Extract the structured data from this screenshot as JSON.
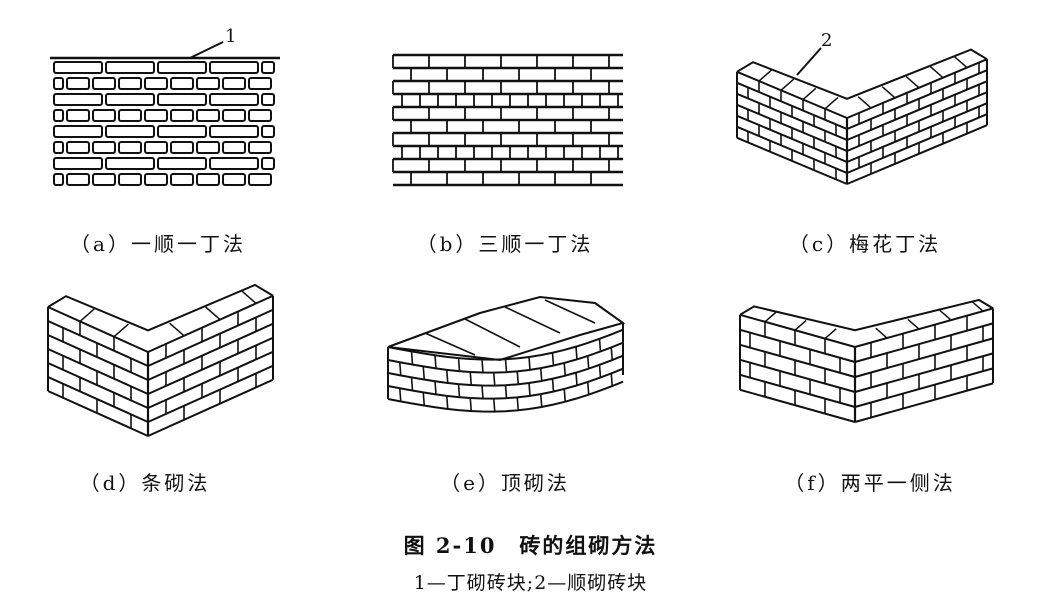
{
  "panels": [
    {
      "caption": "（a）一顺一丁法",
      "callout": "1"
    },
    {
      "caption": "（b）三顺一丁法"
    },
    {
      "caption": "（c）梅花丁法",
      "callout": "2"
    },
    {
      "caption": "（d）条砌法"
    },
    {
      "caption": "（e）顶砌法"
    },
    {
      "caption": "（f）两平一侧法"
    }
  ],
  "figure": {
    "title": "图 2-10　砖的组砌方法",
    "note": "1—丁砌砖块;2—顺砌砖块"
  }
}
